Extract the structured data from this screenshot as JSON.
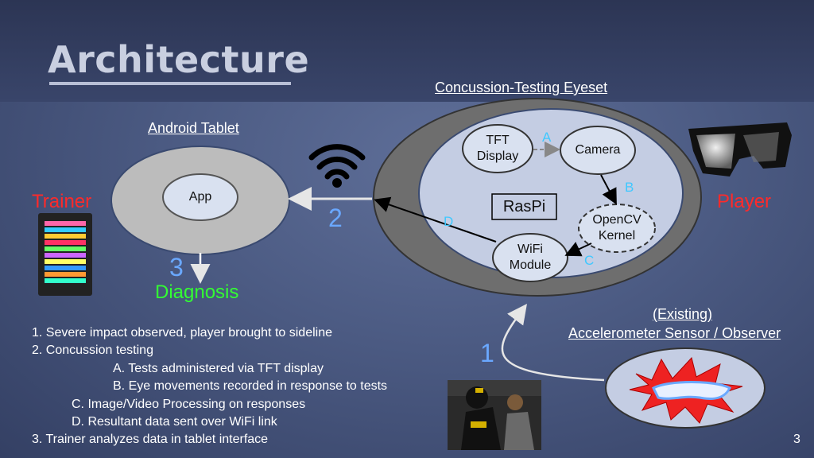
{
  "title": "Architecture",
  "labels": {
    "eyeset": "Concussion-Testing Eyeset",
    "tablet": "Android Tablet",
    "trainer": "Trainer",
    "player": "Player",
    "diagnosis": "Diagnosis",
    "existing": "(Existing)",
    "sensor": "Accelerometer Sensor / Observer"
  },
  "nodes": {
    "app": "App",
    "tft_line1": "TFT",
    "tft_line2": "Display",
    "camera": "Camera",
    "raspi": "RasPi",
    "opencv_line1": "OpenCV",
    "opencv_line2": "Kernel",
    "wifi_line1": "WiFi",
    "wifi_line2": "Module"
  },
  "arrow_letters": {
    "a": "A",
    "b": "B",
    "c": "C",
    "d": "D"
  },
  "step_numbers": {
    "one": "1",
    "two": "2",
    "three": "3"
  },
  "steps": [
    "1. Severe impact observed, player brought to sideline",
    "2. Concussion testing",
    "A. Tests administered via TFT display",
    "B. Eye movements recorded in response to tests",
    "C. Image/Video Processing on responses",
    "D. Resultant data sent over WiFi link",
    "3. Trainer analyzes data in tablet interface"
  ],
  "slide_number": "3",
  "colors": {
    "trainer": "#ff2a2a",
    "player": "#ff2a2a",
    "diagnosis": "#33ff33",
    "letters": "#40c8ff",
    "numbers": "#6aa8ff"
  },
  "icons": [
    "wifi-icon",
    "sunglasses-icon",
    "tablet-icon",
    "mouthguard-icon",
    "player-photo"
  ]
}
